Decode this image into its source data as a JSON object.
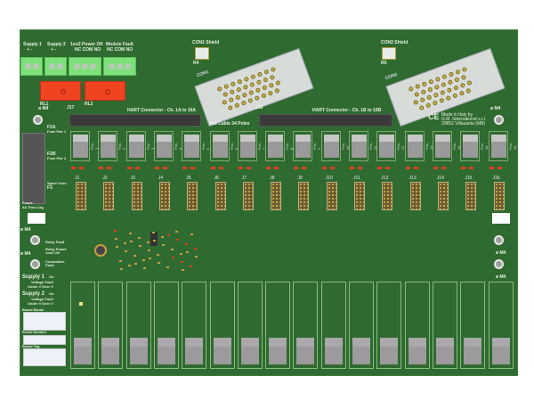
{
  "terminals": [
    {
      "label": "Supply 1",
      "sub": "+   -"
    },
    {
      "label": "Supply 2",
      "sub": "+   -"
    },
    {
      "label": "1oo2 Power OK",
      "sub": "NC COM NO"
    },
    {
      "label": "Module Fault",
      "sub": "NC COM NO"
    }
  ],
  "relays": [
    "RL1",
    "RL2"
  ],
  "connectors": {
    "con1": "CON1",
    "con2": "CON2",
    "con1_shield": "CON1 Shield",
    "con2_shield": "CON2 Shield",
    "r4": "R4",
    "r5": "R5"
  },
  "hart": {
    "a": "HART Connector - Ch. 1A to 16A",
    "b": "HART Connector - Ch. 1B to 16B",
    "j17": "J17",
    "j18": "J18",
    "flat": "Flat Cable 34 Poles"
  },
  "maker": {
    "ce": "CE",
    "line1": "Made in Italy by",
    "line2": "G.M. International s.r.l.",
    "line3": "20852 Villasanta (MB)"
  },
  "mount": "ø M4",
  "fuses": {
    "f2a": "F2A",
    "f2a_sub": "Fuse Pwr 1",
    "f2b": "F2B",
    "f2b_sub": "Fuse Pwr 2",
    "spare": "Spare Fuse",
    "f3": "F3",
    "fuses": "Fuses",
    "fuses_sub": "4A Time-Lag"
  },
  "leds": {
    "relay_fault": "Relay Fault",
    "relay_power": "Relay Power 1oo2 OK",
    "cumulative": "Cumulative Fault"
  },
  "supplies": [
    {
      "name": "Supply 1",
      "on": "On",
      "fault": "Voltage Fault",
      "under": "Under V",
      "over": "Over V"
    },
    {
      "name": "Supply 2",
      "on": "On",
      "fault": "Voltage Fault",
      "under": "Under V",
      "over": "Over V"
    }
  ],
  "labels": {
    "model": "Board Model",
    "serial": "Serial Number",
    "tag": "Board Tag"
  },
  "channels": [
    {
      "j": "J1",
      "pos": "Pos. 1"
    },
    {
      "j": "J2",
      "pos": "Pos. 2"
    },
    {
      "j": "J3",
      "pos": "Pos. 3"
    },
    {
      "j": "J4",
      "pos": "Pos. 4"
    },
    {
      "j": "J5",
      "pos": "Pos. 5"
    },
    {
      "j": "J6",
      "pos": "Pos. 6"
    },
    {
      "j": "J7",
      "pos": "Pos. 7"
    },
    {
      "j": "J8",
      "pos": "Pos. 8"
    },
    {
      "j": "J9",
      "pos": "Pos. 9"
    },
    {
      "j": "J10",
      "pos": "Pos. 10"
    },
    {
      "j": "J11",
      "pos": "Pos. 11"
    },
    {
      "j": "J12",
      "pos": "Pos. 12"
    },
    {
      "j": "J13",
      "pos": "Pos. 13"
    },
    {
      "j": "J14",
      "pos": "Pos. 14"
    },
    {
      "j": "J15",
      "pos": "Pos. 15"
    },
    {
      "j": "J16",
      "pos": "Pos. 16"
    }
  ]
}
